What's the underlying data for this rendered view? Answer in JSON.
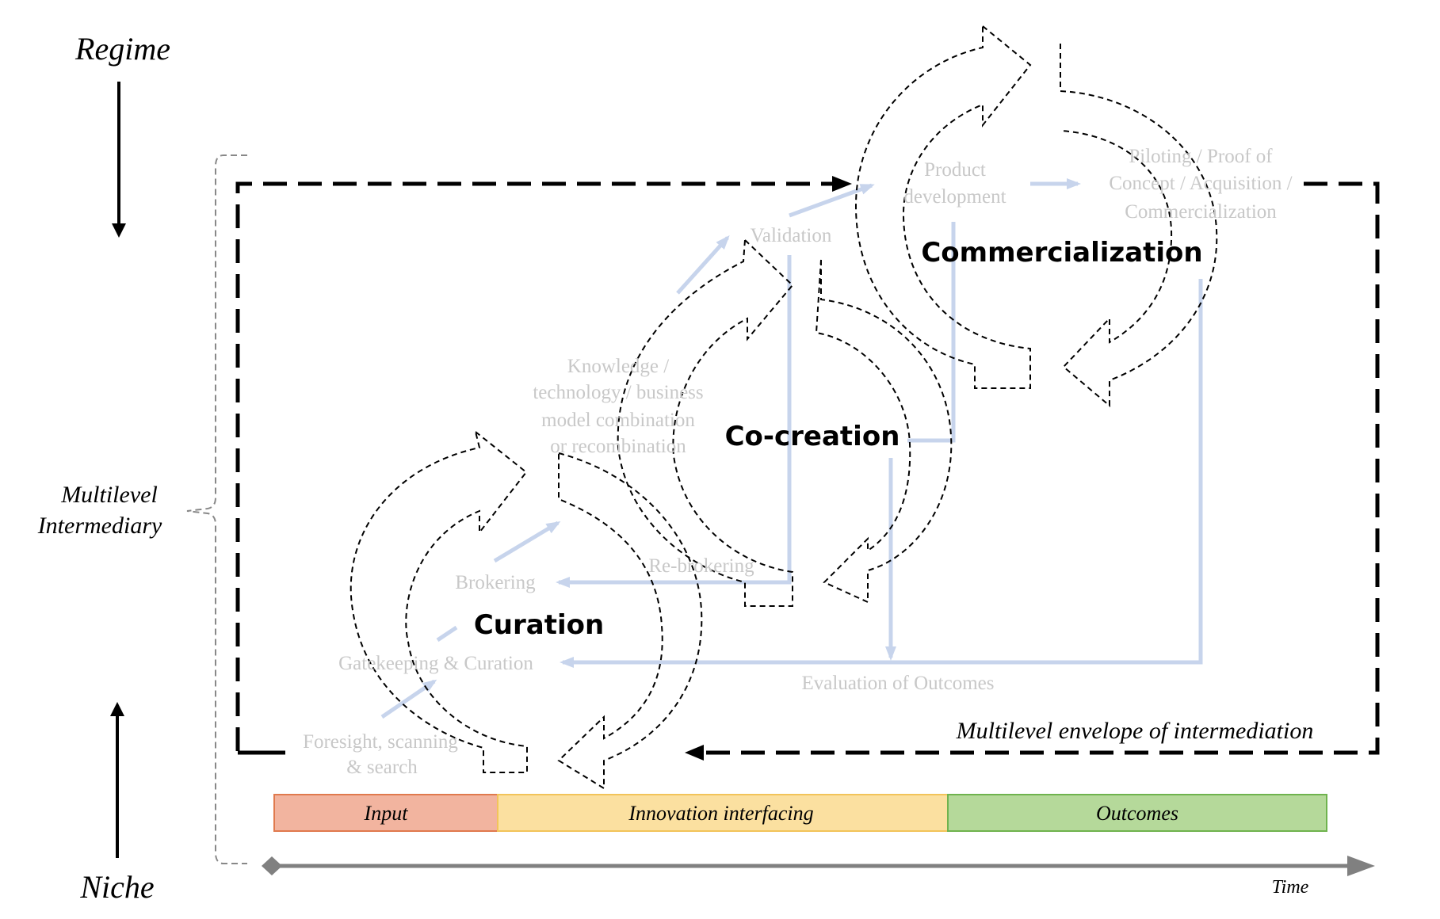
{
  "axis": {
    "regime": "Regime",
    "niche": "Niche",
    "multilevel_intermediary": [
      "Multilevel",
      "Intermediary"
    ],
    "time": "Time"
  },
  "envelope_label": "Multilevel envelope of intermediation",
  "stages": {
    "curation": "Curation",
    "cocreation": "Co-creation",
    "commercialization": "Commercialization"
  },
  "activities": {
    "foresight": [
      "Foresight, scanning",
      "& search"
    ],
    "gatekeeping": "Gatekeeping & Curation",
    "brokering": "Brokering",
    "rebrokering": "Re-brokering",
    "knowledge": [
      "Knowledge /",
      "technology / business",
      "model combination",
      "or recombination"
    ],
    "validation": "Validation",
    "product_development": [
      "Product",
      "development"
    ],
    "piloting": [
      "Piloting / Proof of",
      "Concept / Acquisition /",
      "Commercialization"
    ],
    "evaluation": "Evaluation of Outcomes"
  },
  "phases": [
    {
      "label": "Input",
      "color": "#f2b49f",
      "border": "#e07a4e"
    },
    {
      "label": "Innovation interfacing",
      "color": "#fbe0a0",
      "border": "#f2c45a"
    },
    {
      "label": "Outcomes",
      "color": "#b5d99a",
      "border": "#6fb34e"
    }
  ],
  "colors": {
    "flow_line": "#c7d4ec",
    "pale_text": "#c8c8c8"
  }
}
